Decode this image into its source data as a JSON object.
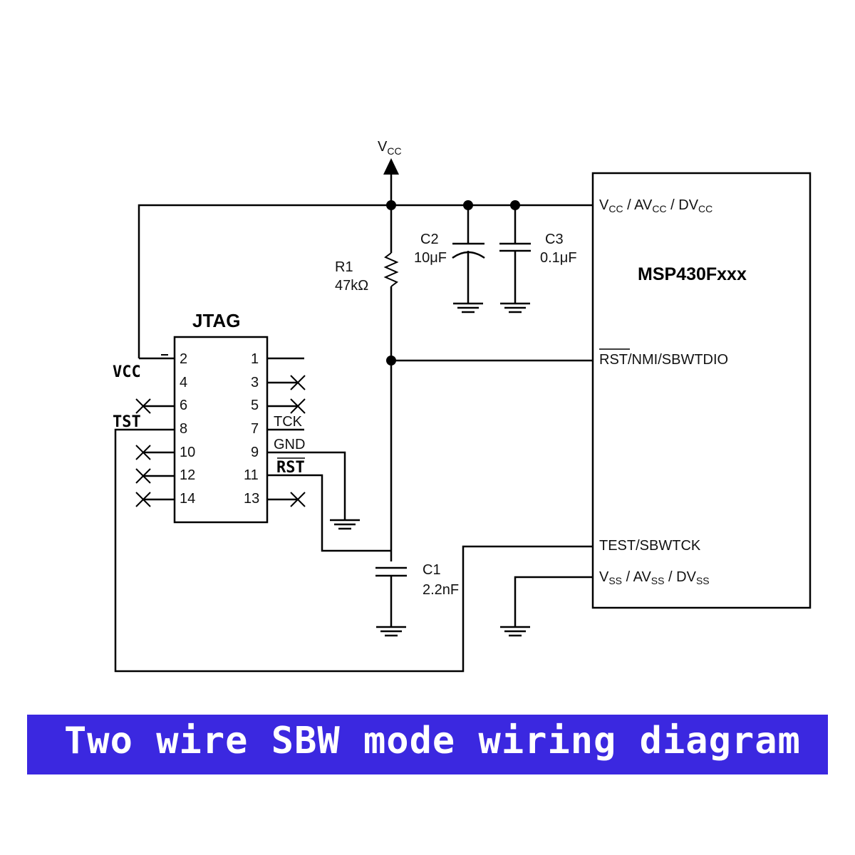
{
  "vcc_symbol": {
    "main": "V",
    "sub": "CC"
  },
  "mcu": {
    "name": "MSP430Fxxx",
    "pin_vcc": {
      "a": "V",
      "as": "CC",
      "b": " / AV",
      "bs": "CC",
      "c": " / DV",
      "cs": "CC"
    },
    "pin_rst_overline": "RST",
    "pin_rst_rest": "/NMI/SBWTDIO",
    "pin_test": "TEST/SBWTCK",
    "pin_vss": {
      "a": "V",
      "as": "SS",
      "b": " / AV",
      "bs": "SS",
      "c": " / DV",
      "cs": "SS"
    }
  },
  "r1": {
    "name": "R1",
    "value": "47kΩ"
  },
  "c1": {
    "name": "C1",
    "value": "2.2nF"
  },
  "c2": {
    "name": "C2",
    "value": "10μF"
  },
  "c3": {
    "name": "C3",
    "value": "0.1μF"
  },
  "jtag": {
    "title": "JTAG",
    "left_pins": [
      "2",
      "4",
      "6",
      "8",
      "10",
      "12",
      "14"
    ],
    "right_pins": [
      "1",
      "3",
      "5",
      "7",
      "9",
      "11",
      "13"
    ],
    "label_vcc": "VCC",
    "label_tst": "TST",
    "label_tck": "TCK",
    "label_gnd": "GND",
    "label_rst": "RST"
  },
  "caption": "Two wire SBW mode wiring diagram"
}
